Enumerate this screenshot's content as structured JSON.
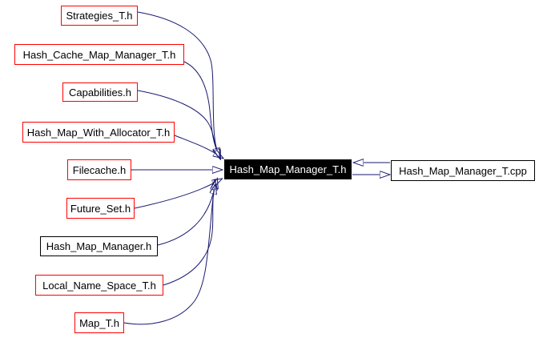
{
  "diagram": {
    "type": "include-dependency-graph",
    "colors": {
      "background": "#ffffff",
      "edge": "#191970",
      "red_border": "#ff0000",
      "black_border": "#000000",
      "node_bg": "#ffffff",
      "node_text": "#000000",
      "filled_bg": "#000000",
      "filled_text": "#ffffff"
    },
    "nodes": [
      {
        "label": "Strategies_T.h",
        "style": "red"
      },
      {
        "label": "Hash_Cache_Map_Manager_T.h",
        "style": "red"
      },
      {
        "label": "Capabilities.h",
        "style": "red"
      },
      {
        "label": "Hash_Map_With_Allocator_T.h",
        "style": "red"
      },
      {
        "label": "Filecache.h",
        "style": "red"
      },
      {
        "label": "Future_Set.h",
        "style": "red"
      },
      {
        "label": "Hash_Map_Manager.h",
        "style": "black"
      },
      {
        "label": "Local_Name_Space_T.h",
        "style": "red"
      },
      {
        "label": "Map_T.h",
        "style": "red"
      },
      {
        "label": "Hash_Map_Manager_T.h",
        "style": "filled-current"
      },
      {
        "label": "Hash_Map_Manager_T.cpp",
        "style": "black"
      }
    ],
    "edges": [
      {
        "from": "Strategies_T.h",
        "to": "Hash_Map_Manager_T.h"
      },
      {
        "from": "Hash_Cache_Map_Manager_T.h",
        "to": "Hash_Map_Manager_T.h"
      },
      {
        "from": "Capabilities.h",
        "to": "Hash_Map_Manager_T.h"
      },
      {
        "from": "Hash_Map_With_Allocator_T.h",
        "to": "Hash_Map_Manager_T.h"
      },
      {
        "from": "Filecache.h",
        "to": "Hash_Map_Manager_T.h"
      },
      {
        "from": "Future_Set.h",
        "to": "Hash_Map_Manager_T.h"
      },
      {
        "from": "Hash_Map_Manager.h",
        "to": "Hash_Map_Manager_T.h"
      },
      {
        "from": "Local_Name_Space_T.h",
        "to": "Hash_Map_Manager_T.h"
      },
      {
        "from": "Map_T.h",
        "to": "Hash_Map_Manager_T.h"
      },
      {
        "from": "Hash_Map_Manager_T.cpp",
        "to": "Hash_Map_Manager_T.h"
      },
      {
        "from": "Hash_Map_Manager_T.h",
        "to": "Hash_Map_Manager_T.cpp"
      }
    ]
  }
}
